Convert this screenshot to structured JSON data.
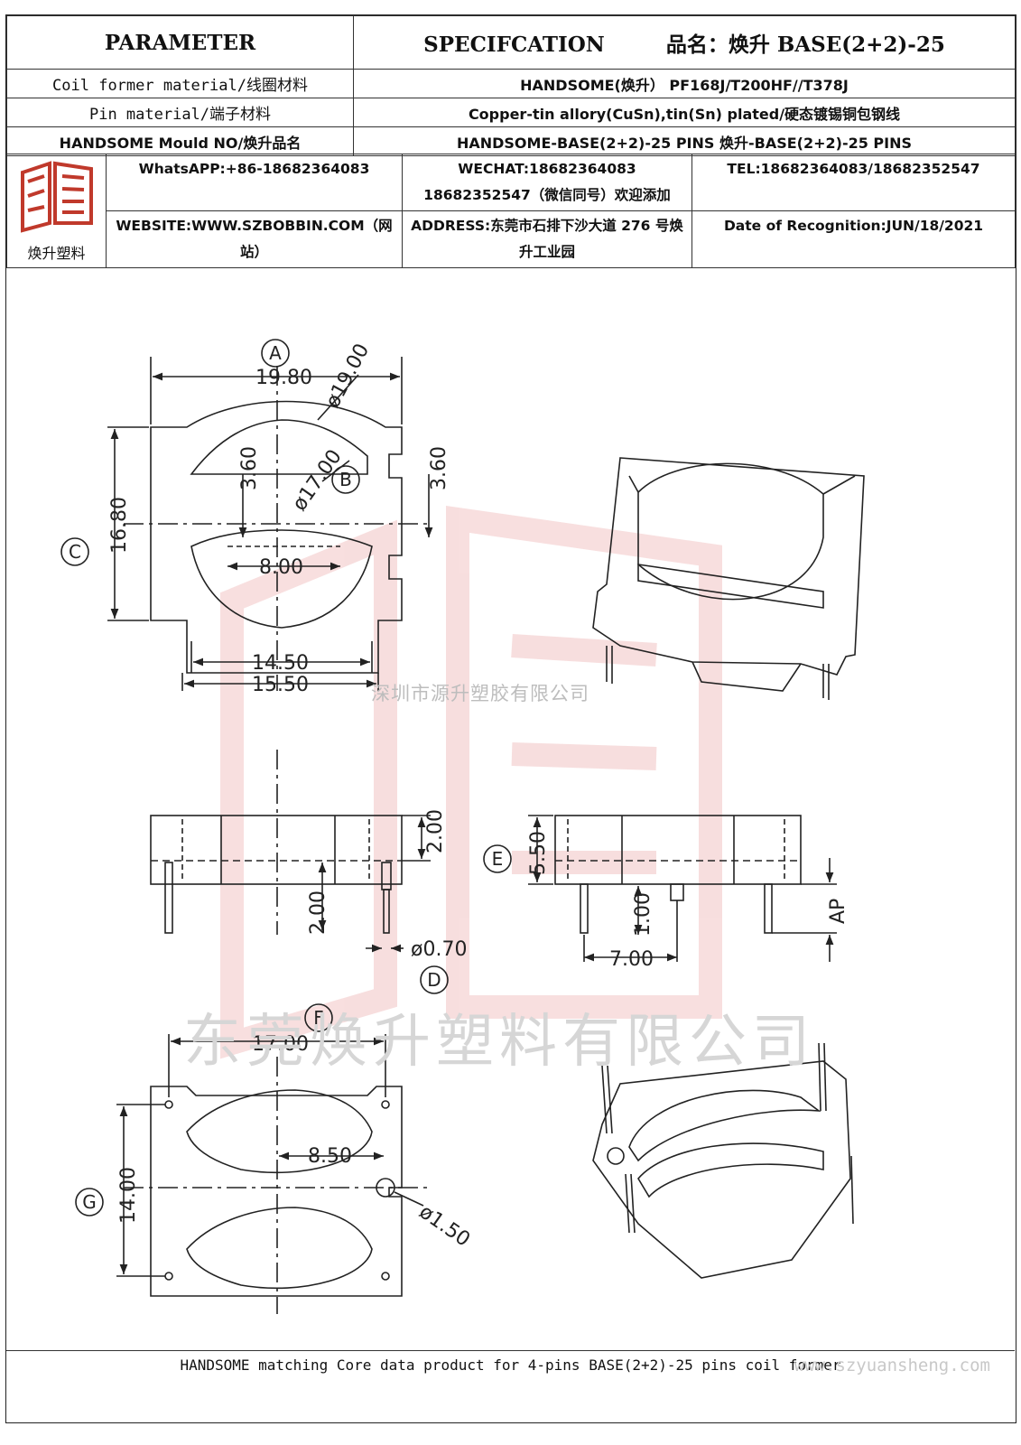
{
  "header": {
    "parameter_label": "PARAMETER",
    "spec_label": "SPECIFCATION",
    "product_title": "品名：焕升 BASE(2+2)-25"
  },
  "rows": [
    {
      "label": "Coil former material/线圈材料",
      "value": "HANDSOME(焕升） PF168J/T200HF//T378J"
    },
    {
      "label": "Pin material/端子材料",
      "value": "Copper-tin allory(CuSn),tin(Sn) plated/硬态镀锡铜包钢线"
    },
    {
      "label": "HANDSOME Mould NO/焕升品名",
      "value": "HANDSOME-BASE(2+2)-25 PINS   焕升-BASE(2+2)-25 PINS"
    }
  ],
  "contact": {
    "logo_caption": "焕升塑料",
    "whatsapp": "WhatsAPP:+86-18682364083",
    "wechat": "WECHAT:18682364083 18682352547（微信同号）欢迎添加",
    "tel": "TEL:18682364083/18682352547",
    "website": "WEBSITE:WWW.SZBOBBIN.COM（网站）",
    "address": "ADDRESS:东莞市石排下沙大道 276 号焕升工业园",
    "date": "Date of Recognition:JUN/18/2021"
  },
  "watermarks": {
    "small": "深圳市源升塑胶有限公司",
    "big": "东莞焕升塑料有限公司",
    "url": "www.szyuansheng.com"
  },
  "dimensions": {
    "A": "A",
    "B": "B",
    "C": "C",
    "D": "D",
    "E": "E",
    "F": "F",
    "G": "G",
    "d_19_80": "19.80",
    "d_dia_19": "ø19.00",
    "d_dia_17": "ø17.00",
    "d_3_60_left": "3.60",
    "d_3_60_right": "3.60",
    "d_16_80": "16.80",
    "d_8_00": "8.00",
    "d_14_50": "14.50",
    "d_15_50": "15.50",
    "d_2_00_top": "2.00",
    "d_2_00_pin": "2.00",
    "d_dia_070": "ø0.70",
    "d_5_50": "5.50",
    "d_1_00": "1.00",
    "d_7_00": "7.00",
    "d_ap": "AP",
    "d_17_00": "17.00",
    "d_8_50": "8.50",
    "d_14_00": "14.00",
    "d_dia_150": "ø1.50"
  },
  "footer": "HANDSOME matching Core data  product for 4-pins BASE(2+2)-25 pins coil former"
}
